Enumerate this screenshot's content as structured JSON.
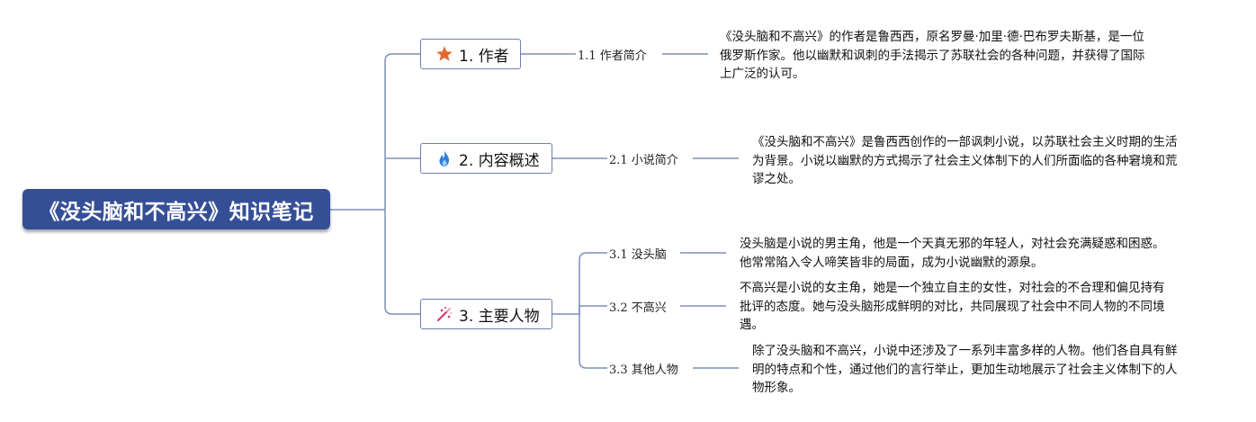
{
  "root": {
    "title": "《没头脑和不高兴》知识笔记"
  },
  "branches": [
    {
      "label": "1. 作者",
      "icon": "star-icon",
      "subs": [
        {
          "label": "1.1 作者简介",
          "note": [
            "《没头脑和不高兴》的作者是鲁西西，原名罗曼·加里·德·巴布罗夫斯基，是一位",
            "俄罗斯作家。他以幽默和讽刺的手法揭示了苏联社会的各种问题，并获得了国际",
            "上广泛的认可。"
          ]
        }
      ]
    },
    {
      "label": "2. 内容概述",
      "icon": "flame-icon",
      "subs": [
        {
          "label": "2.1 小说简介",
          "note": [
            "《没头脑和不高兴》是鲁西西创作的一部讽刺小说，以苏联社会主义时期的生活",
            "为背景。小说以幽默的方式揭示了社会主义体制下的人们所面临的各种窘境和荒",
            "谬之处。"
          ]
        }
      ]
    },
    {
      "label": "3. 主要人物",
      "icon": "sparkle-icon",
      "subs": [
        {
          "label": "3.1 没头脑",
          "note": [
            "没头脑是小说的男主角，他是一个天真无邪的年轻人，对社会充满疑惑和困惑。",
            "他常常陷入令人啼笑皆非的局面，成为小说幽默的源泉。"
          ]
        },
        {
          "label": "3.2 不高兴",
          "note": [
            "不高兴是小说的女主角，她是一个独立自主的女性，对社会的不合理和偏见持有",
            "批评的态度。她与没头脑形成鲜明的对比，共同展现了社会中不同人物的不同境",
            "遇。"
          ]
        },
        {
          "label": "3.3 其他人物",
          "note": [
            "除了没头脑和不高兴，小说中还涉及了一系列丰富多样的人物。他们各自具有鲜",
            "明的特点和个性，通过他们的言行举止，更加生动地展示了社会主义体制下的人",
            "物形象。"
          ]
        }
      ]
    }
  ],
  "colors": {
    "root_bg": "#354f97",
    "line": "#7d8fb8",
    "branch_border": "#6d81ad"
  }
}
